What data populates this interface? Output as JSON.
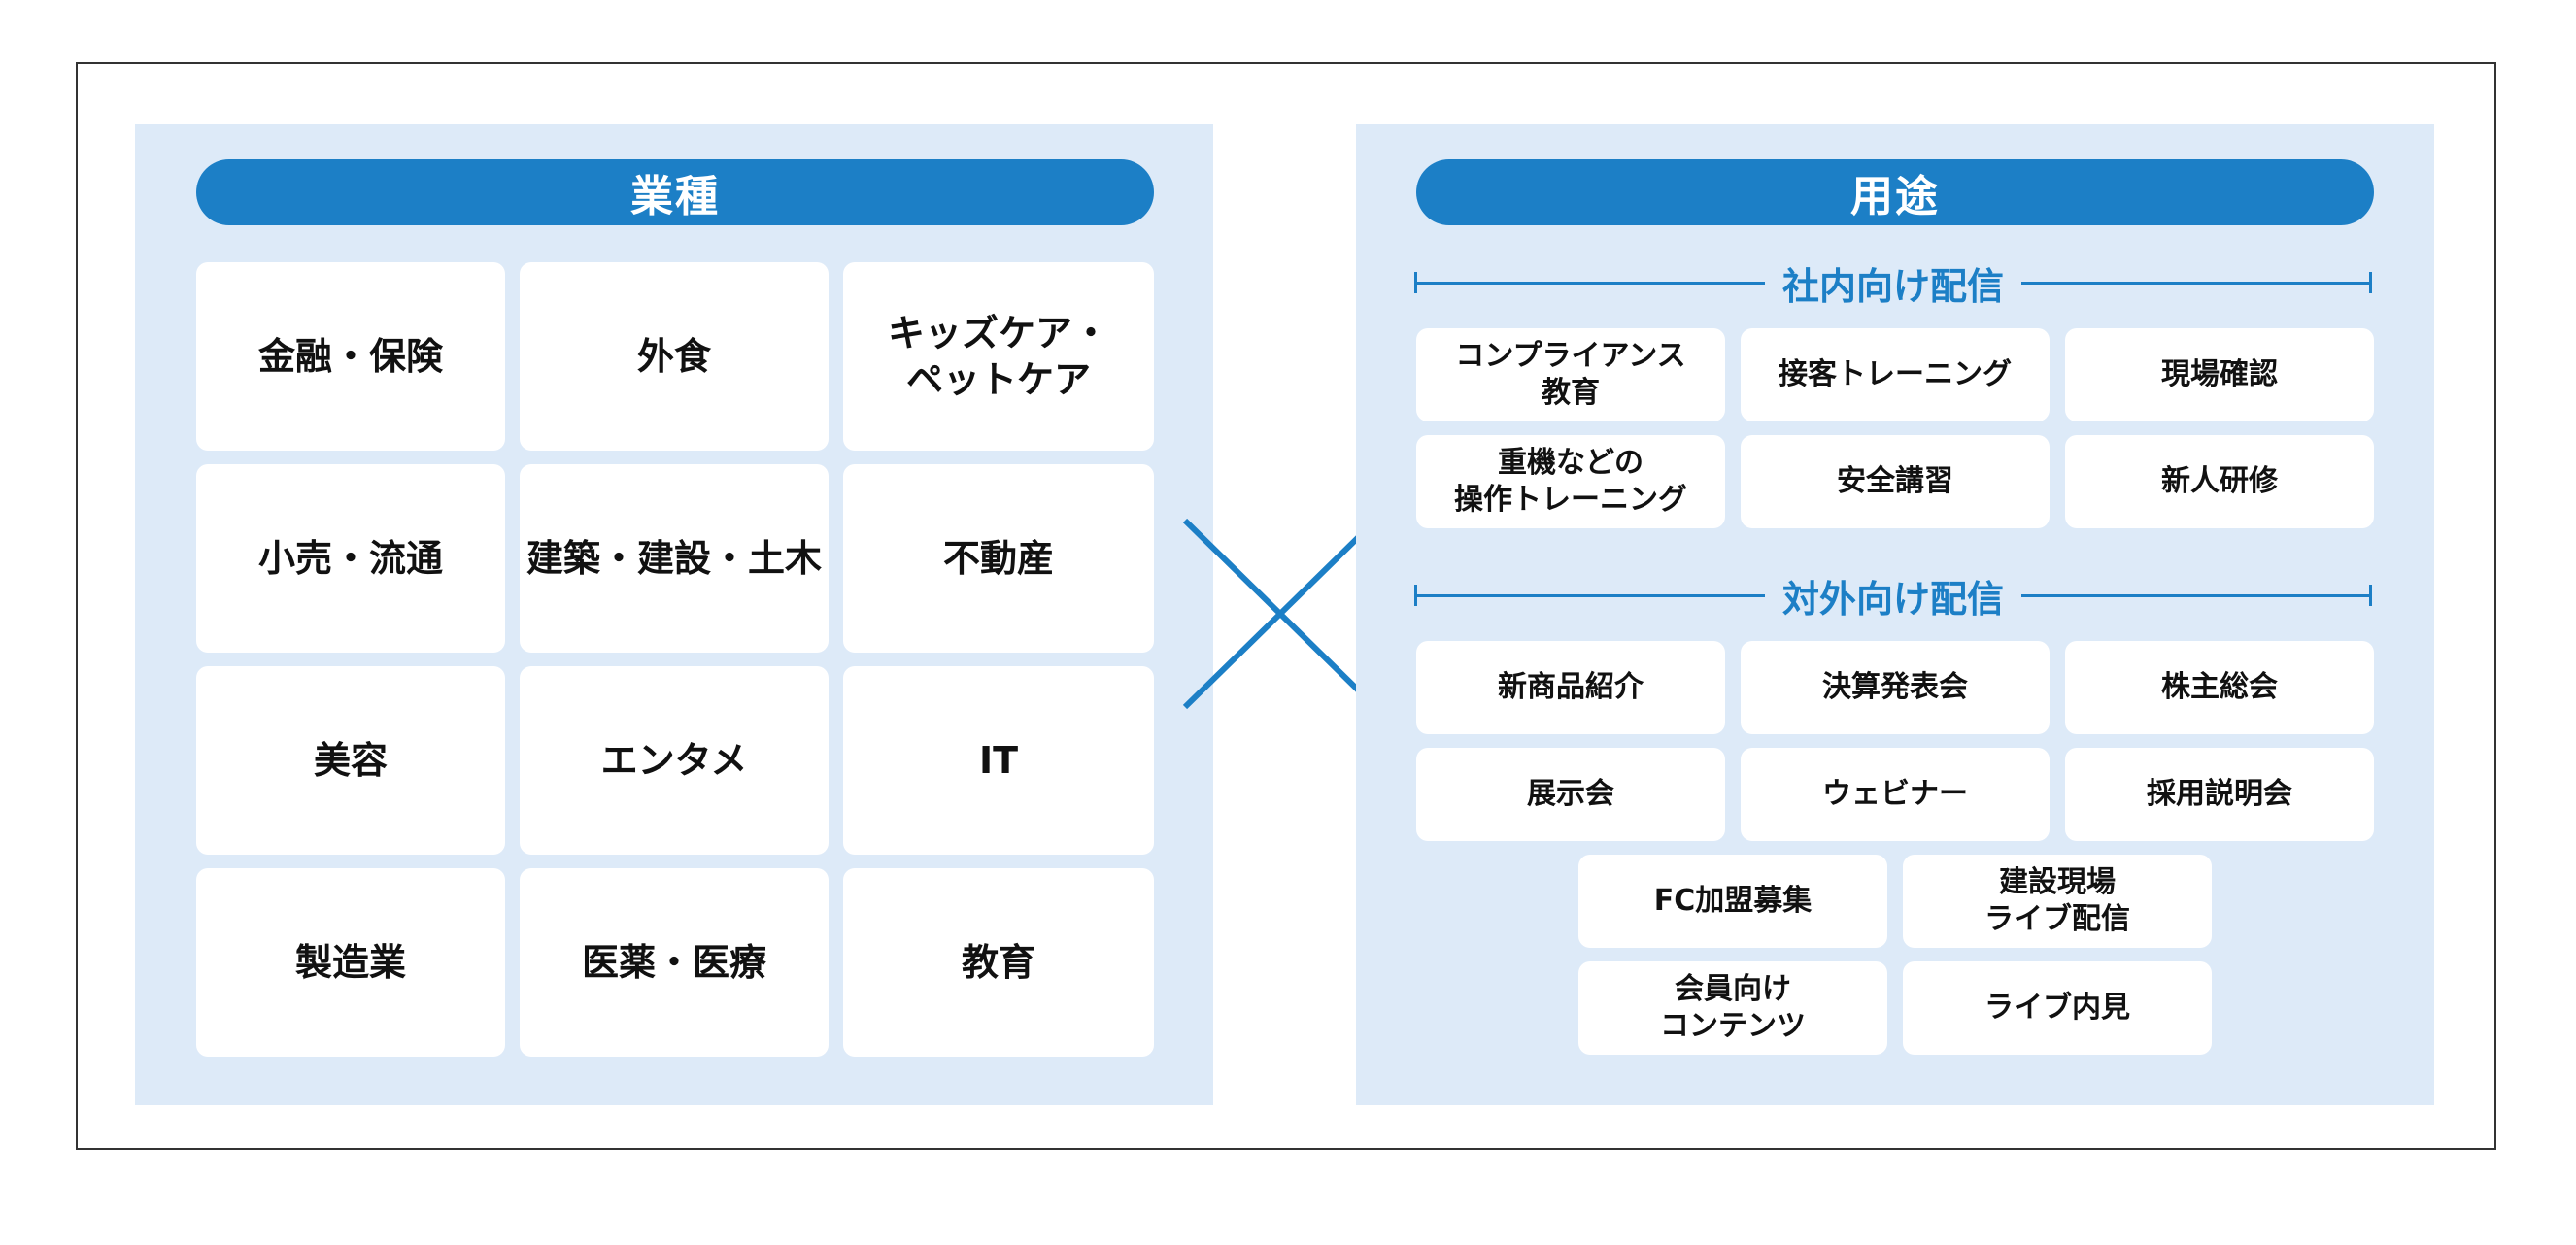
{
  "industry": {
    "title": "業種",
    "items": [
      "金融・保険",
      "外食",
      "キッズケア・\nペットケア",
      "小売・流通",
      "建築・建設・土木",
      "不動産",
      "美容",
      "エンタメ",
      "IT",
      "製造業",
      "医薬・医療",
      "教育"
    ]
  },
  "usage": {
    "title": "用途",
    "internal": {
      "heading": "社内向け配信",
      "items": [
        "コンプライアンス\n教育",
        "接客トレーニング",
        "現場確認",
        "重機などの\n操作トレーニング",
        "安全講習",
        "新人研修"
      ]
    },
    "external": {
      "heading": "対外向け配信",
      "items": [
        "新商品紹介",
        "決算発表会",
        "株主総会",
        "展示会",
        "ウェビナー",
        "採用説明会",
        "FC加盟募集",
        "建設現場\nライブ配信",
        "会員向け\nコンテンツ",
        "ライブ内見"
      ]
    }
  },
  "colors": {
    "accent": "#1c7fc6",
    "panel": "#ddeaf8",
    "card": "#ffffff",
    "text": "#111111"
  }
}
